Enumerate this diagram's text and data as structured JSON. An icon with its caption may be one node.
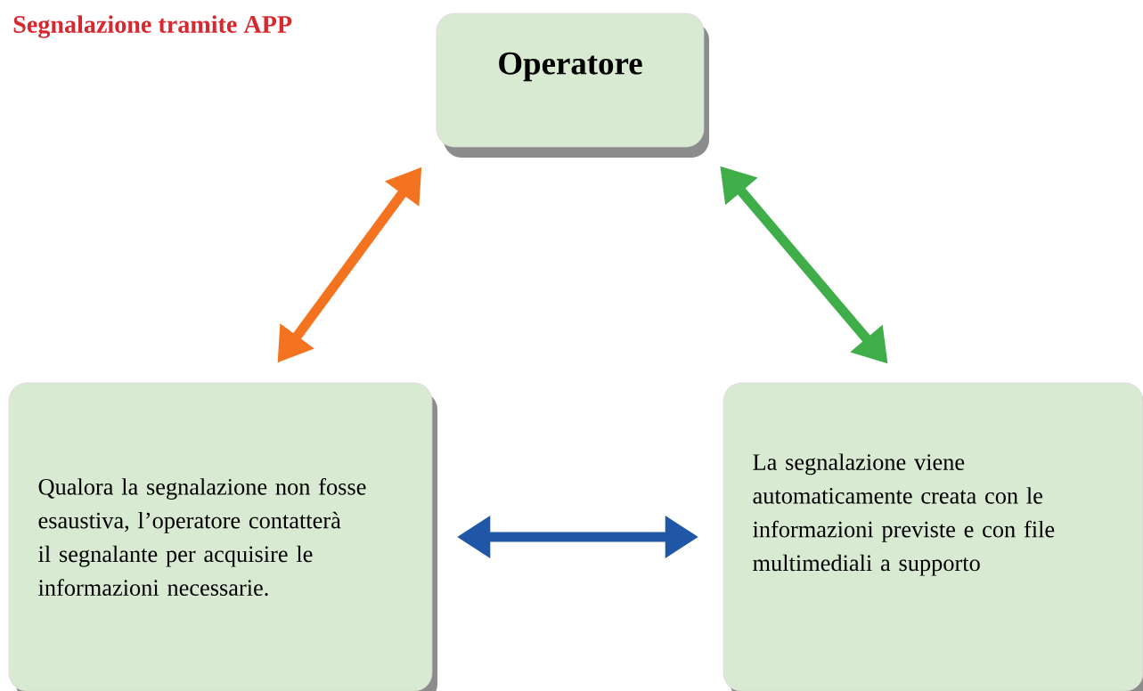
{
  "diagram": {
    "title": "Segnalazione tramite APP",
    "nodes": [
      {
        "text": [
          "Operatore"
        ]
      },
      {
        "text": [
          "Qualora la segnalazione non fosse esaustiva, l’operatore contatterà il segnalante per acquisire le informazioni necessarie."
        ]
      },
      {
        "text": [
          "La segnalazione viene automaticamente creata con le informazioni previste e con file multimediali a supporto"
        ]
      }
    ],
    "edges": [
      {
        "from": 1,
        "to": 0,
        "arrow": "both",
        "color": "#f47321"
      },
      {
        "from": 0,
        "to": 2,
        "arrow": "both",
        "color": "#3fae49"
      },
      {
        "from": 1,
        "to": 2,
        "arrow": "both",
        "color": "#1f56a6"
      }
    ]
  }
}
